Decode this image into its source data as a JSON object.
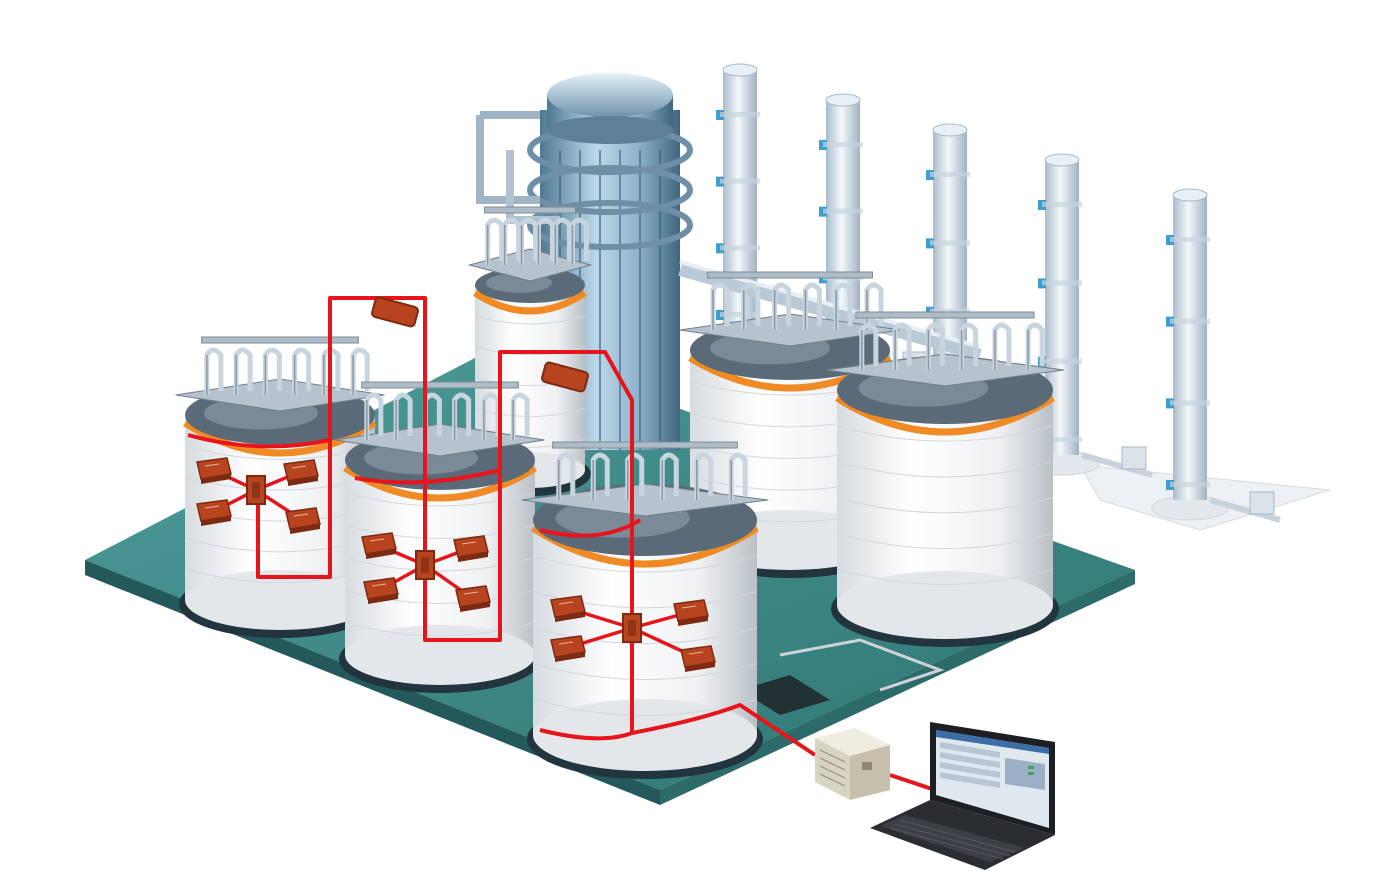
{
  "scene": {
    "description_free": true,
    "colors": {
      "background": "#ffffff",
      "base_slab": "#3e8e8c",
      "base_slab_dark": "#2c6b69",
      "tank_body": "#f2f3f4",
      "tank_shade": "#c9ced3",
      "tank_band": "#f08a24",
      "tank_roof": "#5a6a78",
      "pipe": "#cfd8e0",
      "pipe_dark": "#8899a8",
      "tower_blue": "#7fb0d0",
      "column": "#dfe9f1",
      "signal_cable": "#e8141c",
      "sensor_box": "#b8431f",
      "sensor_box_dark": "#7d2a12",
      "controller_unit": "#ddd8c8",
      "laptop_body": "#1d1f22",
      "laptop_screen": "#dfe7ef"
    },
    "icons": {
      "tank": "storage-tank-icon",
      "sensor": "strain-sensor-icon",
      "hub": "junction-box-icon",
      "tower": "reactor-tower-icon",
      "column": "stack-column-icon",
      "controller": "data-acquisition-unit-icon",
      "laptop": "laptop-icon"
    },
    "counts": {
      "front_tanks": 3,
      "back_tanks": 3,
      "sensors_per_tank": 4,
      "stacks": 5
    }
  }
}
